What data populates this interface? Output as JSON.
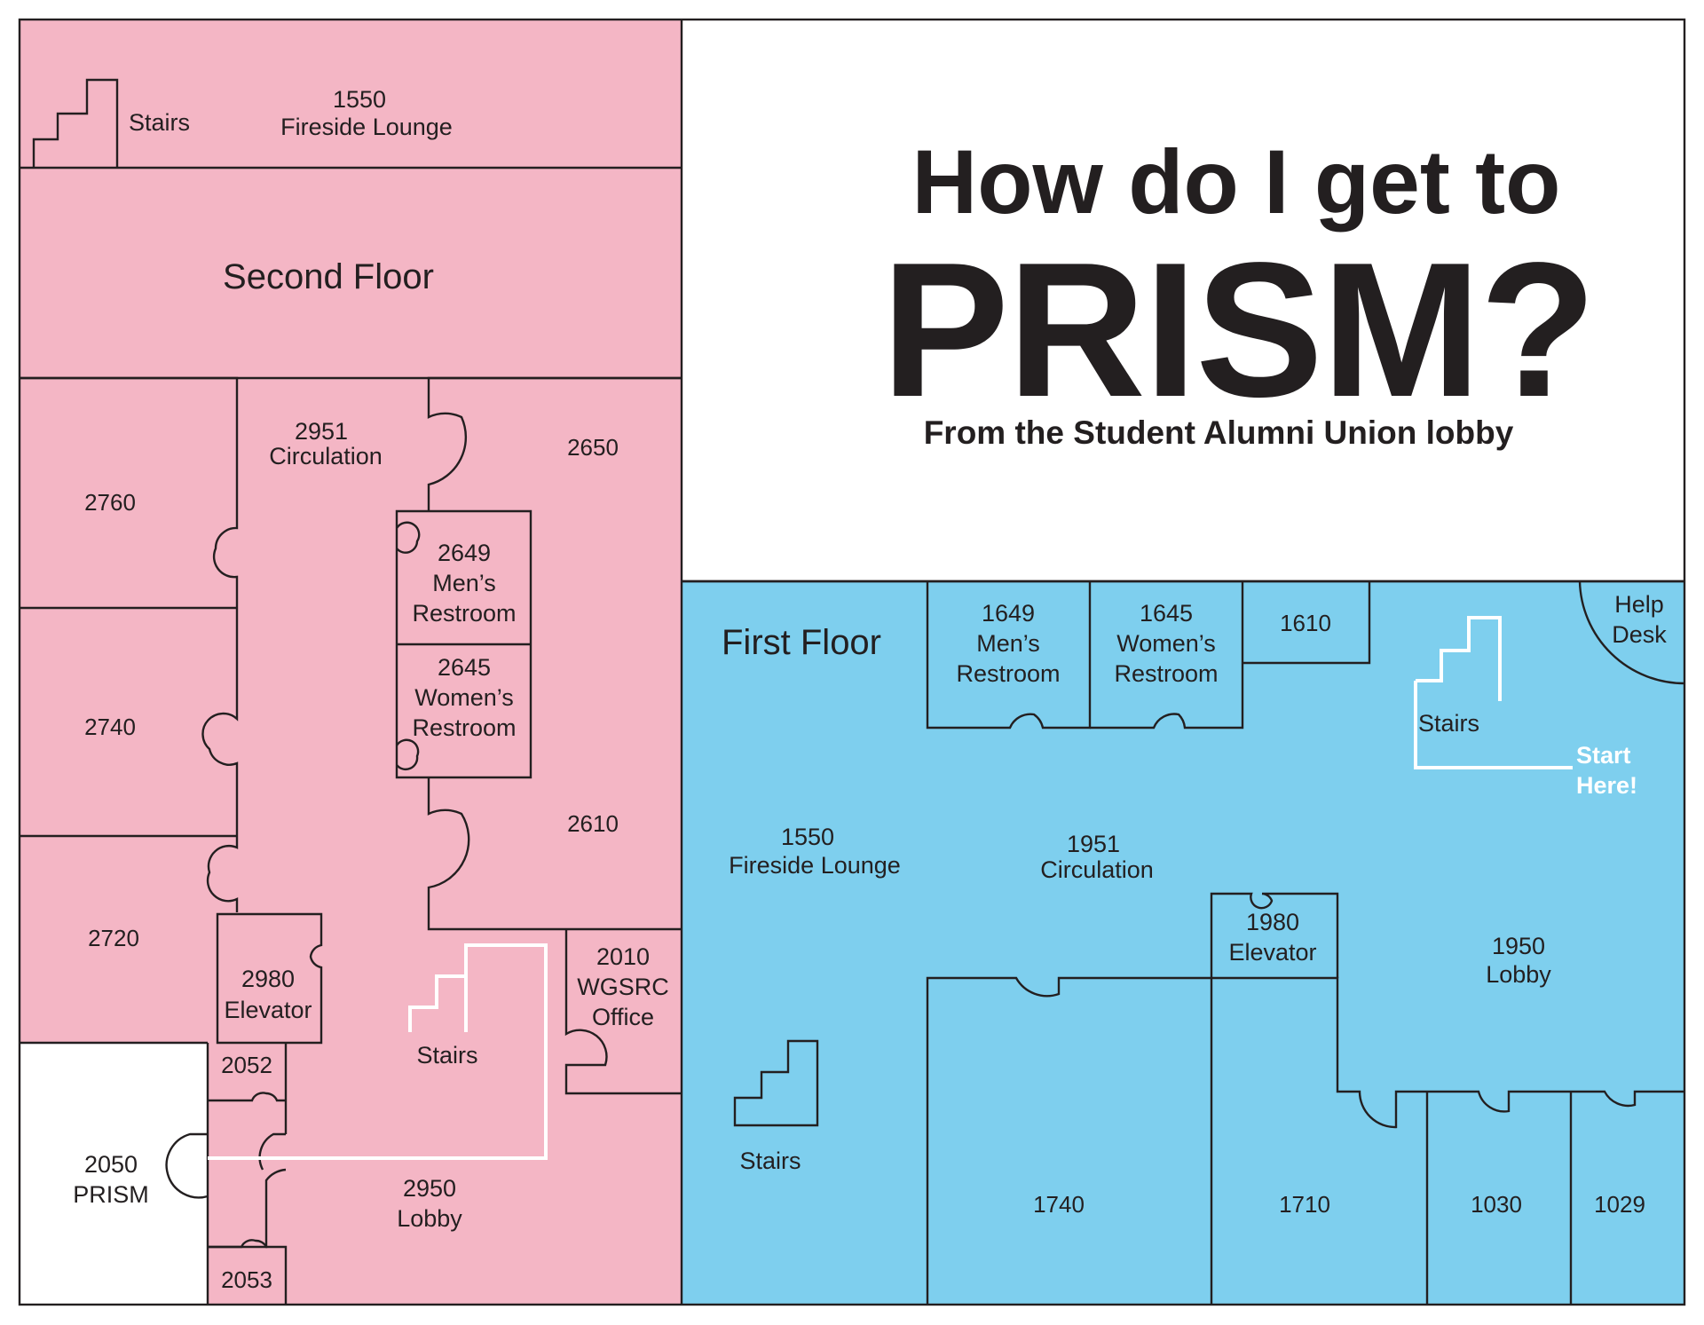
{
  "title": {
    "line1": "How do I get to",
    "line2": "PRISM?",
    "subtitle": "From the Student Alumni Union lobby"
  },
  "colors": {
    "second_floor": "#f4b6c5",
    "first_floor": "#7ecfee",
    "prism_room": "#ffffff",
    "walls": "#231f20",
    "route": "#ffffff"
  },
  "second_floor": {
    "title": "Second Floor",
    "stairs_top": "Stairs",
    "fireside": {
      "number": "1550",
      "name": "Fireside Lounge"
    },
    "circulation": {
      "number": "2951",
      "name": "Circulation"
    },
    "rooms": {
      "r2760": "2760",
      "r2740": "2740",
      "r2720": "2720",
      "r2650": "2650",
      "r2610": "2610",
      "r2052": "2052",
      "r2053": "2053"
    },
    "mens": {
      "number": "2649",
      "line1": "Men’s",
      "line2": "Restroom"
    },
    "womens": {
      "number": "2645",
      "line1": "Women’s",
      "line2": "Restroom"
    },
    "elevator": {
      "number": "2980",
      "name": "Elevator"
    },
    "wgsrc": {
      "number": "2010",
      "line1": "WGSRC",
      "line2": "Office"
    },
    "stairs_mid": "Stairs",
    "lobby": {
      "number": "2950",
      "name": "Lobby"
    },
    "prism": {
      "number": "2050",
      "name": "PRISM"
    }
  },
  "first_floor": {
    "title": "First Floor",
    "mens": {
      "number": "1649",
      "line1": "Men’s",
      "line2": "Restroom"
    },
    "womens": {
      "number": "1645",
      "line1": "Women’s",
      "line2": "Restroom"
    },
    "r1610": "1610",
    "help_desk": {
      "line1": "Help",
      "line2": "Desk"
    },
    "stairs_right": "Stairs",
    "start": {
      "line1": "Start",
      "line2": "Here!"
    },
    "fireside": {
      "number": "1550",
      "name": "Fireside Lounge"
    },
    "circulation": {
      "number": "1951",
      "name": "Circulation"
    },
    "elevator": {
      "number": "1980",
      "name": "Elevator"
    },
    "lobby": {
      "number": "1950",
      "name": "Lobby"
    },
    "stairs_left": "Stairs",
    "rooms": {
      "r1740": "1740",
      "r1710": "1710",
      "r1030": "1030",
      "r1029": "1029"
    }
  }
}
